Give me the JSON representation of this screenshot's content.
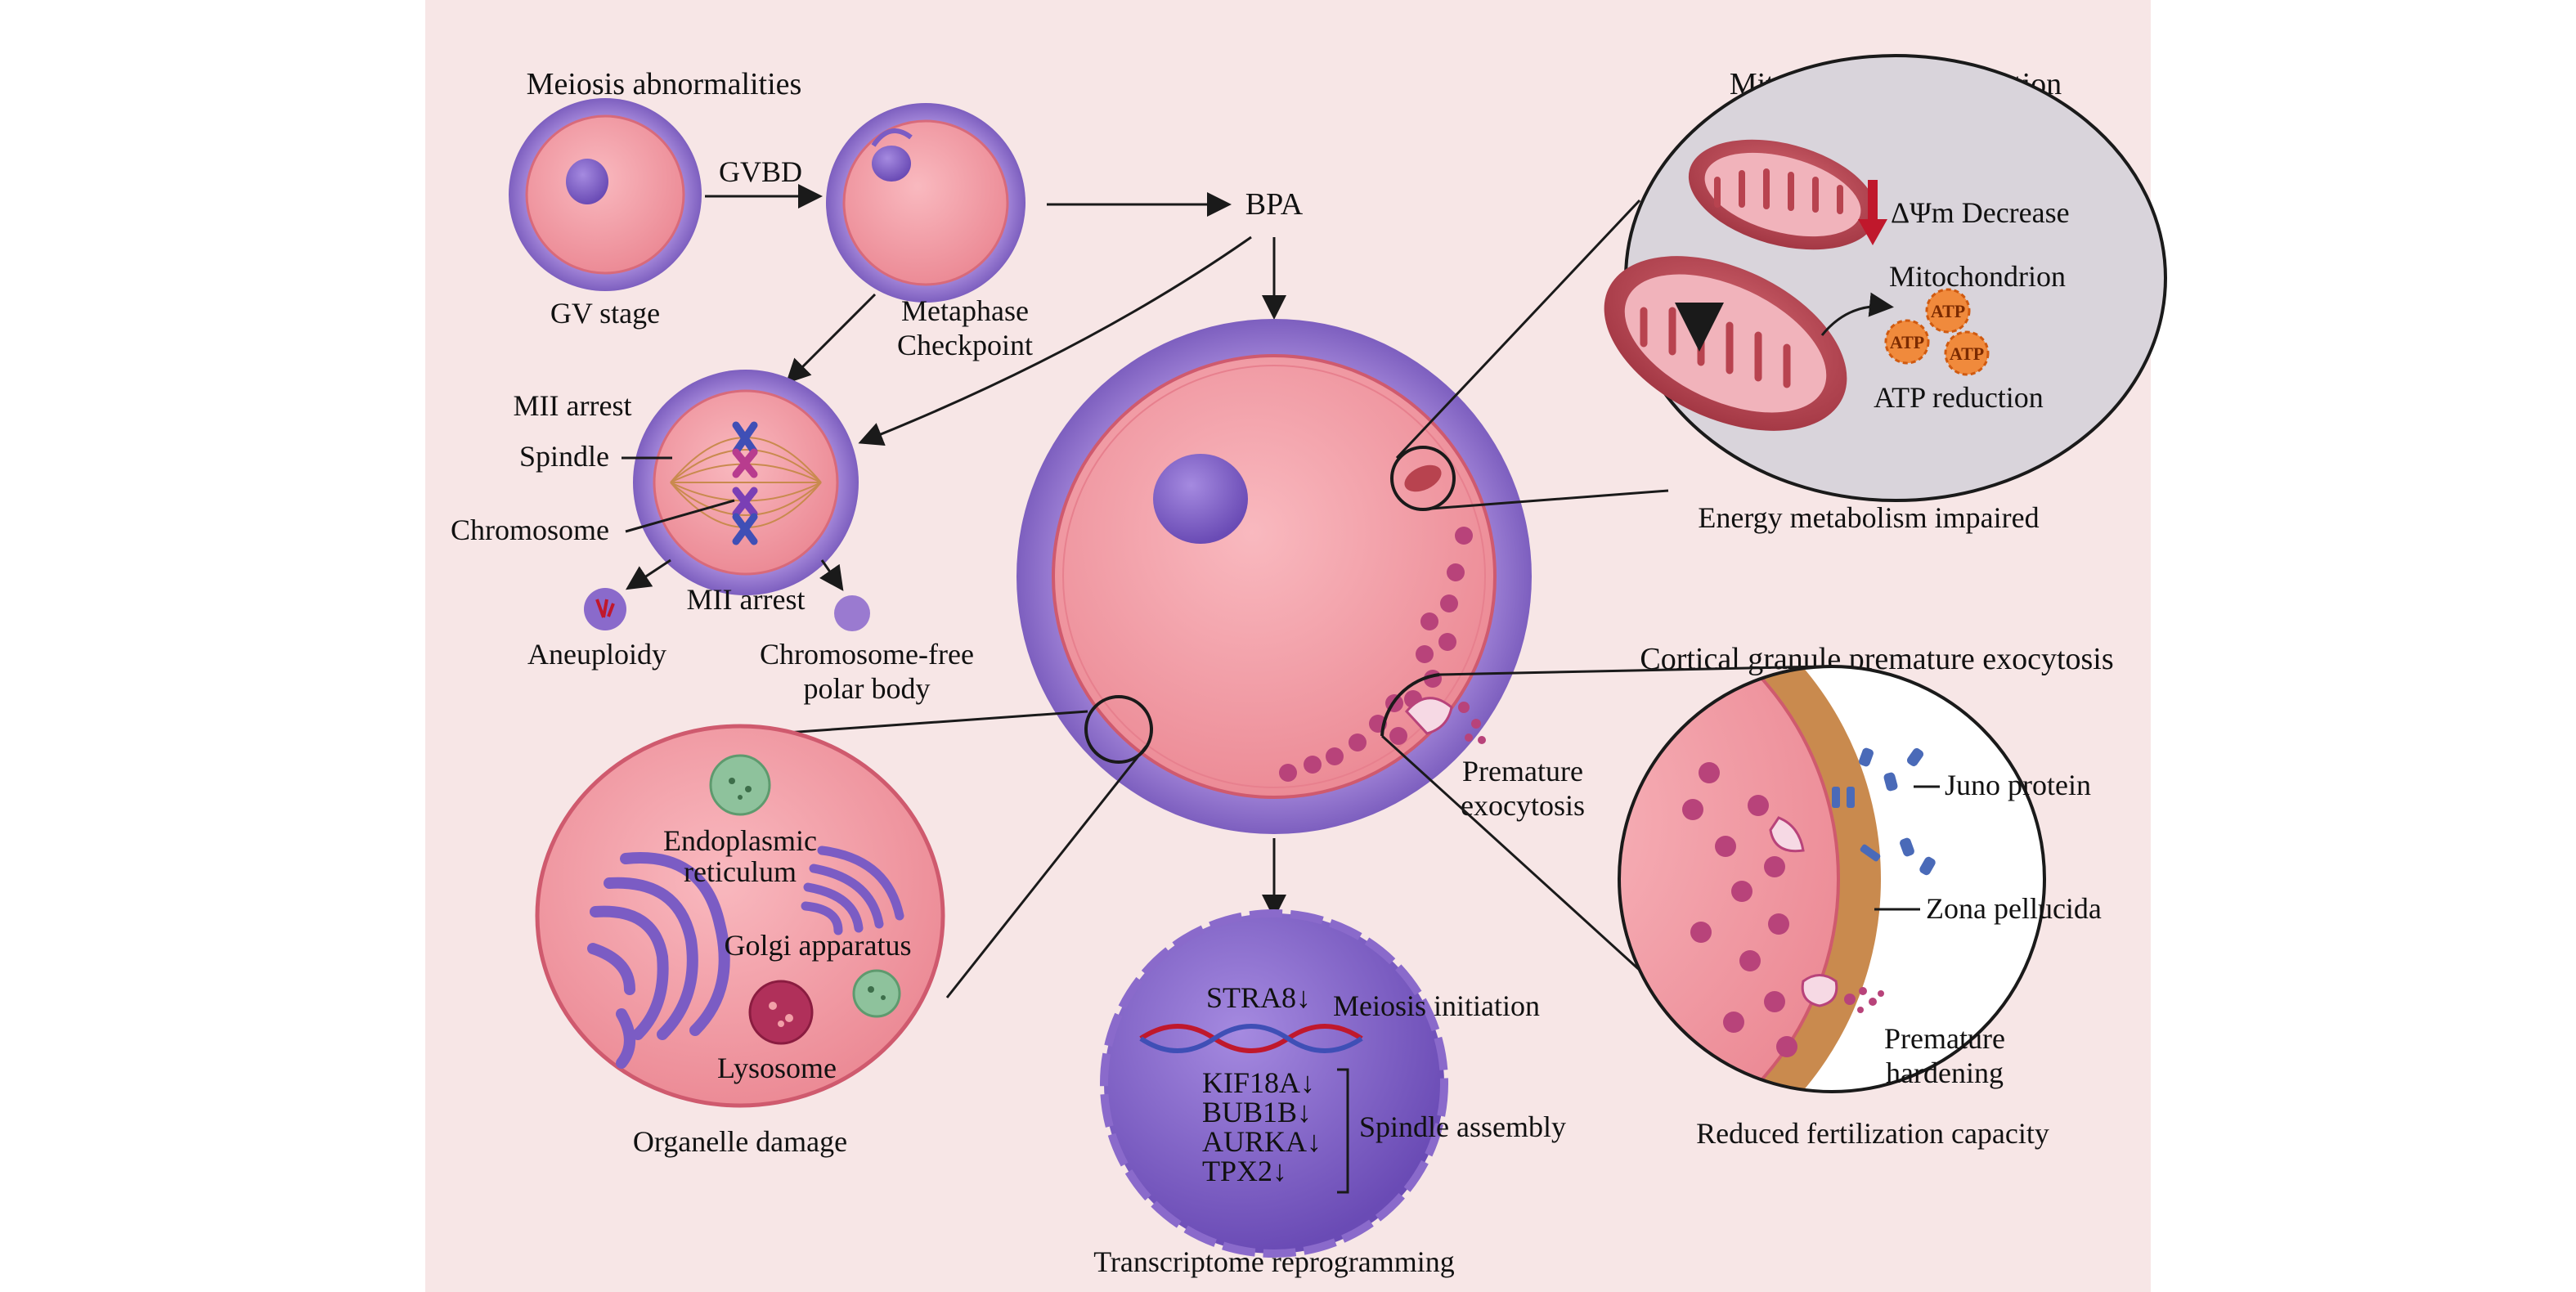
{
  "colors": {
    "background": "#f7e6e6",
    "outer_ring": "#9a7ad0",
    "egg_fill": "#f2a0a8",
    "organelle_purple": "#7b5cc4",
    "mito_red": "#b8434f",
    "arrow_red": "#c0182c",
    "zona_brown": "#c98a4e",
    "dark": "#1a1a1a"
  },
  "meiosis": {
    "title": "Meiosis abnormalities",
    "gvbd": "GVBD",
    "gv_stage": "GV stage",
    "metaphase_checkpoint": [
      "Metaphase",
      "Checkpoint"
    ],
    "mii_arrest_top": "MII arrest",
    "spindle": "Spindle",
    "chromosome": "Chromosome",
    "mii_arrest_bottom": "MII arrest",
    "aneuploidy": "Aneuploidy",
    "polar_body": [
      "Chromosome-free",
      "polar body"
    ]
  },
  "center": {
    "bpa": "BPA",
    "premature_exocytosis": [
      "Premature",
      "exocytosis"
    ]
  },
  "mitochondria": {
    "title": "Mitochondrial dysfunction",
    "dpsi": "ΔΨm Decrease",
    "mitochondrion": "Mitochondrion",
    "atp": "ATP",
    "atp_reduction": "ATP reduction",
    "energy": "Energy metabolism impaired"
  },
  "cortical": {
    "title": "Cortical granule premature exocytosis",
    "juno": "Juno protein",
    "zona": "Zona pellucida",
    "hardening": [
      "Premature",
      "hardening"
    ],
    "reduced": "Reduced fertilization capacity"
  },
  "organelle": {
    "er": [
      "Endoplasmic",
      "reticulum"
    ],
    "golgi": "Golgi apparatus",
    "lysosome": "Lysosome",
    "caption": "Organelle damage"
  },
  "transcriptome": {
    "stra8": "STRA8↓",
    "meiosis_initiation": "Meiosis initiation",
    "genes": [
      "KIF18A↓",
      "BUB1B↓",
      "AURKA↓",
      "TPX2↓"
    ],
    "spindle_assembly": "Spindle assembly",
    "caption": "Transcriptome reprogramming"
  }
}
